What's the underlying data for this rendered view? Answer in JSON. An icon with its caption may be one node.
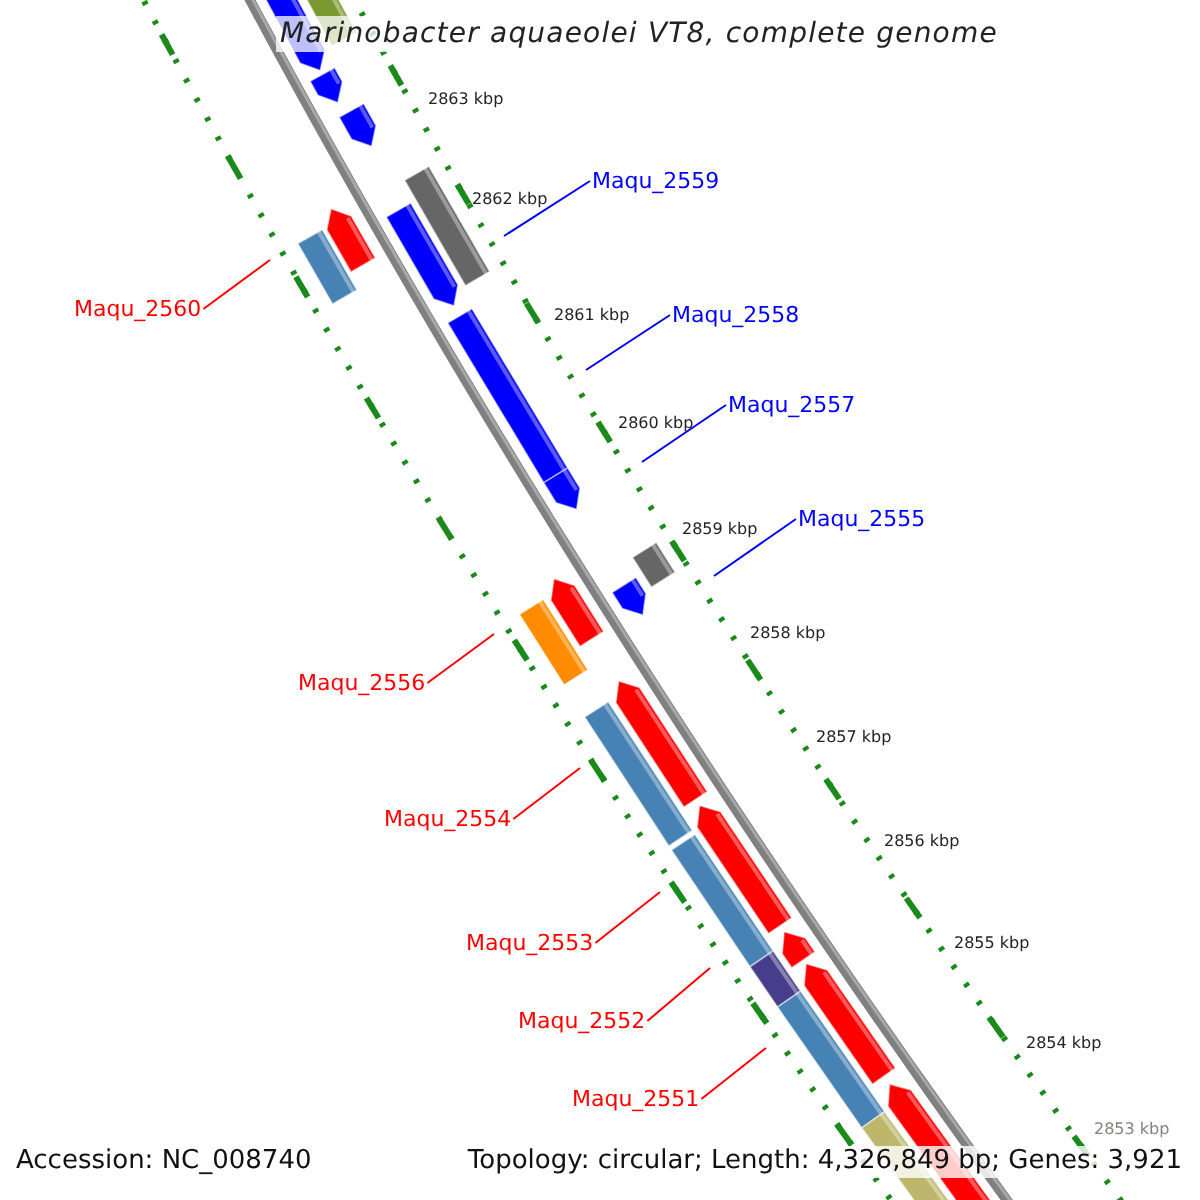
{
  "diagram": {
    "title": "Marinobacter aquaeolei VT8, complete genome",
    "nodes": [
      {
        "text": [
          "Maqu_2559"
        ]
      },
      {
        "text": [
          "Maqu_2560"
        ]
      },
      {
        "text": [
          "Maqu_2558"
        ]
      },
      {
        "text": [
          "Maqu_2557"
        ]
      },
      {
        "text": [
          "Maqu_2555"
        ]
      },
      {
        "text": [
          "Maqu_2556"
        ]
      },
      {
        "text": [
          "Maqu_2554"
        ]
      },
      {
        "text": [
          "Maqu_2553"
        ]
      },
      {
        "text": [
          "Maqu_2552"
        ]
      },
      {
        "text": [
          "Maqu_2551"
        ]
      }
    ],
    "edges": [
      {
        "from": 0,
        "to": null,
        "arrow": "none",
        "color": "#0000ff"
      },
      {
        "from": 1,
        "to": null,
        "arrow": "none"
      },
      {
        "from": 2,
        "to": null,
        "arrow": "none",
        "color": "#0000ff"
      },
      {
        "from": 3,
        "to": null,
        "arrow": "none",
        "color": "#0000ff"
      },
      {
        "from": 4,
        "to": null,
        "arrow": "none",
        "color": "#0000ff"
      },
      {
        "from": 5,
        "to": null,
        "arrow": "none"
      },
      {
        "from": 6,
        "to": null,
        "arrow": "none"
      },
      {
        "from": 7,
        "to": null,
        "arrow": "none"
      },
      {
        "from": 8,
        "to": null,
        "arrow": "none"
      },
      {
        "from": 9,
        "to": null,
        "arrow": "none"
      }
    ],
    "labels": [
      "2863 kbp",
      "2862 kbp",
      "2861 kbp",
      "2860 kbp",
      "2859 kbp",
      "2858 kbp",
      "2857 kbp",
      "2856 kbp",
      "2855 kbp",
      "2854 kbp",
      "2853 kbp",
      "Accession: NC_008740",
      "Topology: circular; Length: 4,326,849 bp; Genes: 3,921"
    ]
  }
}
